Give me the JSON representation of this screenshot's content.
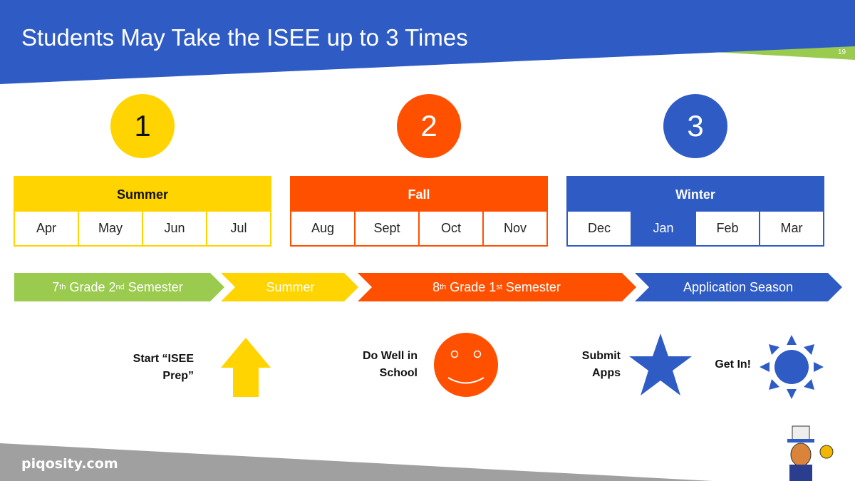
{
  "title": "Students May Take the ISEE up to 3 Times",
  "page_number": "19",
  "colors": {
    "blue": "#2E5BC4",
    "green": "#9ACB4E",
    "yellow": "#FFD400",
    "orange": "#FF5000",
    "gray": "#A0A0A0"
  },
  "attempts": [
    "1",
    "2",
    "3"
  ],
  "seasons": [
    {
      "name": "Summer",
      "months": [
        "Apr",
        "May",
        "Jun",
        "Jul"
      ]
    },
    {
      "name": "Fall",
      "months": [
        "Aug",
        "Sept",
        "Oct",
        "Nov"
      ]
    },
    {
      "name": "Winter",
      "months": [
        "Dec",
        "Jan",
        "Feb",
        "Mar"
      ],
      "highlighted": "Jan"
    }
  ],
  "timeline": {
    "seg1": {
      "a": "7",
      "a_sup": "th",
      "b": " Grade 2",
      "b_sup": "nd",
      "c": " Semester"
    },
    "seg2": "Summer",
    "seg3": {
      "a": "8",
      "a_sup": "th",
      "b": " Grade 1",
      "b_sup": "st",
      "c": " Semester"
    },
    "seg4": "Application Season"
  },
  "milestones": [
    {
      "line1": "Start “ISEE",
      "line2": "Prep”",
      "icon": "up-arrow-icon"
    },
    {
      "line1": "Do Well in",
      "line2": "School",
      "icon": "smiley-icon"
    },
    {
      "line1": "Submit",
      "line2": "Apps",
      "icon": "star-icon"
    },
    {
      "line1": "Get In!",
      "icon": "sun-icon"
    }
  ],
  "footer": "piqosity.com",
  "mascot_logo": "piqosity"
}
